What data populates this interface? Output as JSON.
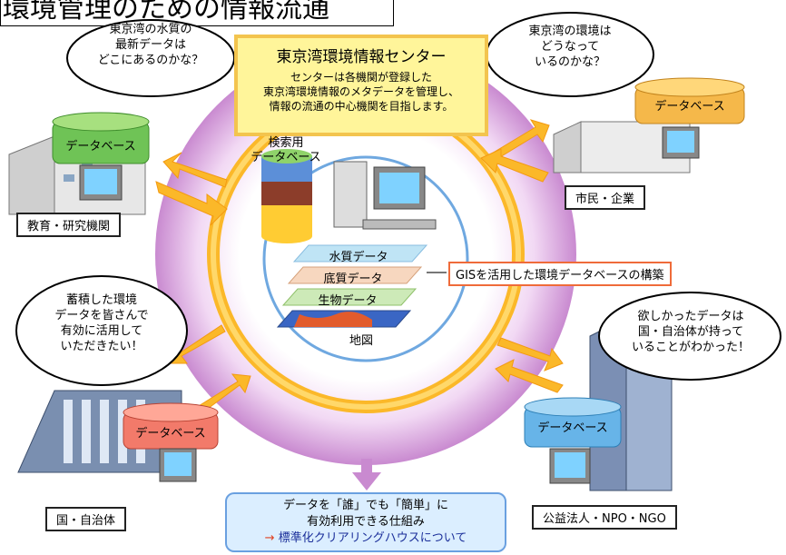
{
  "title": "環境管理のための情報流通",
  "center": {
    "title": "東京湾環境情報センター",
    "body": "センターは各機関が登録した\n東京湾環境情報のメタデータを管理し、\n情報の流通の中心機関を目指します。",
    "search_db_label": "検索用\nデータベース",
    "layers": [
      "水質データ",
      "底質データ",
      "生物データ"
    ],
    "map_label": "地図",
    "gis_label": "GISを活用した環境データベースの構築"
  },
  "actors": {
    "education": {
      "label": "教育・研究機関",
      "bubble": "東京湾の水質の\n最新データは\nどこにあるのかな？",
      "db": "データベース"
    },
    "citizens": {
      "label": "市民・企業",
      "bubble": "東京湾の環境は\nどうなって\nいるのかな？",
      "db": "データベース"
    },
    "government": {
      "label": "国・自治体",
      "bubble": "蓄積した環境\nデータを皆さんで\n有効に活用して\nいただきたい！",
      "db": "データベース"
    },
    "npo": {
      "label": "公益法人・NPO・NGO",
      "bubble": "欲しかったデータは\n国・自治体が持って\nいることがわかった！",
      "db": "データベース"
    }
  },
  "bottom": {
    "line1": "データを「誰」でも「簡単」に",
    "line2": "有効利用できる仕組み",
    "arrow": "→",
    "link": "標準化クリアリングハウスについて"
  }
}
